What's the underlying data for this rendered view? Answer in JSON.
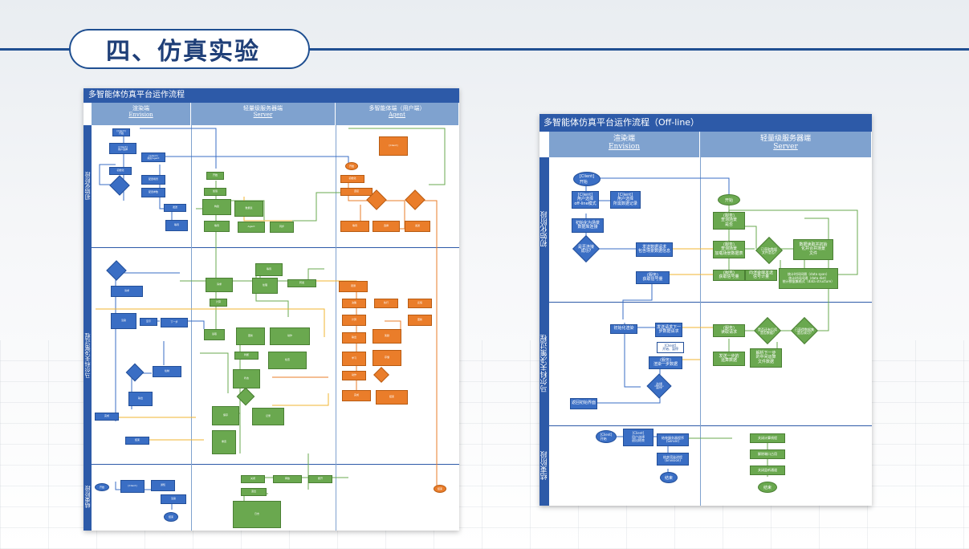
{
  "slide": {
    "title": "四、仿真实验"
  },
  "left_chart": {
    "title": "多智能体仿真平台运作流程",
    "lanes": [
      {
        "name": "渲染端",
        "en": "Envision"
      },
      {
        "name": "轻量级服务器端",
        "en": "Server"
      },
      {
        "name": "多智能体端（用户端）",
        "en": "Agent"
      }
    ],
    "phases": [
      "初始化阶段",
      "马尔科夫决策过程",
      "结束阶段"
    ]
  },
  "right_chart": {
    "title": "多智能体仿真平台运作流程（Off-line）",
    "lanes": [
      {
        "name": "渲染端",
        "en": "Envision"
      },
      {
        "name": "轻量级服务器端",
        "en": "Server"
      }
    ],
    "phases": [
      "初始化阶段",
      "马尔科夫决策过程",
      "结束阶段"
    ],
    "nodes": {
      "start": "[Client]\n开始",
      "client_offline": "[Client]\n用户选择\noff-line模式",
      "client_select_file": "[Client]\n用户选择\n所需数据记录",
      "init_scene": "初始化为场景\n数据库连接",
      "check_ready": "是否连接\n成功?",
      "send_request": "发送数据请求\n包含场景数据信息",
      "server_begin": "开始",
      "check_scene": "(服务)\n查询场景\n是否",
      "render_load": "(服务)\n查询场景\n加载场景数据表",
      "check_files": "已获取数据\n文件是否?",
      "read_files": "数据读取并初始\n化并合并场景\n文件",
      "save_times": "统计时间间隔（data span）\n统计时间间隔（data dist）\n统计数据集格式（data structure）",
      "query_tables": "(服务)\n获取信号量",
      "send_stats": "向渲染端发送\n信号计量",
      "render_start": "初始化渲染",
      "request_next": "发送请求下一\n步数据请求",
      "server_read": "(服务)\n读取请求",
      "check_more": "是否还有后续\n是否数据?",
      "check_dataset": "已获得数据集\n是否成功?",
      "send_next": "发送一步的\n运算数据",
      "parse_next": "解析下一步\n的中间运算\n文件数据",
      "render_next": "(服务)\n渲染一步数据",
      "pause_note": "[Client]\n开始、暂停",
      "choose": "选择\n\"暂停\"",
      "end_render": "返回初始界面",
      "client_end": "[Client]\n开始",
      "client_exit": "[Client]\n用户选择\n退出结束",
      "notify_server": "结束服务器程序\n(Server)",
      "notify_render": "结束渲染进程\n(Envision)",
      "end": "结束",
      "stop_compute": "关闭计算线程",
      "free_port": "解除端口占用",
      "close_listen": "关闭监听通道",
      "end2": "结束"
    }
  }
}
